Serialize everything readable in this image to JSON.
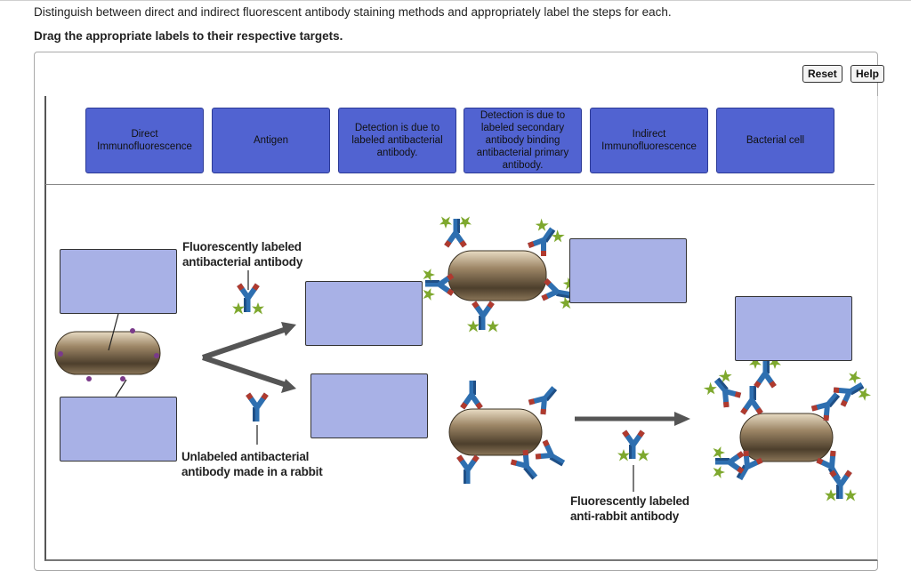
{
  "question": "Distinguish between direct and indirect fluorescent antibody staining methods and appropriately label the steps for each.",
  "instruction": "Drag the appropriate labels to their respective targets.",
  "buttons": {
    "reset": "Reset",
    "help": "Help"
  },
  "labels": [
    "Direct Immunofluorescence",
    "Antigen",
    "Detection is due to labeled antibacterial antibody.",
    "Detection is due to labeled secondary antibody binding antibacterial primary antibody.",
    "Indirect Immunofluorescence",
    "Bacterial cell"
  ],
  "diagram": {
    "fluor_antibody": "Fluorescently labeled antibacterial antibody",
    "unlabeled_antibody": "Unlabeled antibacterial antibody made in a rabbit",
    "anti_rabbit": "Fluorescently labeled anti-rabbit antibody"
  },
  "colors": {
    "chip": "#5163d1",
    "target": "#a8b1e6",
    "antibody_blue": "#2e6fb0",
    "antibody_red": "#b03a2e",
    "fluor_green": "#7ea82e"
  },
  "icons": [
    "bacterium-icon",
    "antibody-icon",
    "fluorophore-icon",
    "arrow-icon"
  ]
}
